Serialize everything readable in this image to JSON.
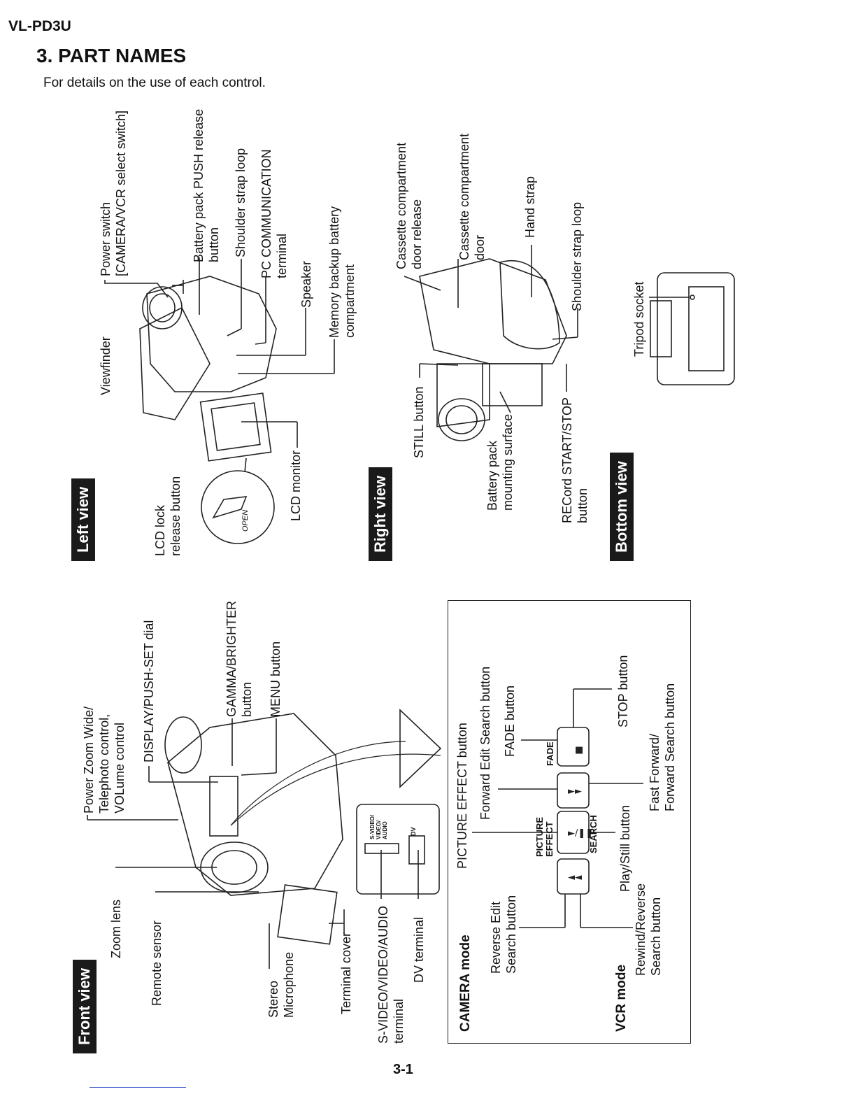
{
  "header": {
    "model": "VL-PD3U",
    "title": "3. PART NAMES",
    "intro": "For details on the use of each control."
  },
  "views": {
    "left": "Left view",
    "right": "Right view",
    "bottom": "Bottom view",
    "front": "Front view"
  },
  "left_view_labels": {
    "viewfinder": "Viewfinder",
    "power_switch": "Power switch\n[CAMERA/VCR select switch]",
    "battery_release": "Battery pack PUSH release\nbutton",
    "shoulder_loop": "Shoulder strap loop",
    "pc_terminal": "PC COMMUNICATION\nterminal",
    "speaker": "Speaker",
    "memory_backup": "Memory backup battery\ncompartment",
    "lcd_lock": "LCD lock\nrelease button",
    "lcd_monitor": "LCD monitor",
    "open_mark": "OPEN"
  },
  "right_view_labels": {
    "cassette_release": "Cassette compartment\ndoor release",
    "cassette_door": "Cassette compartment\ndoor",
    "hand_strap": "Hand strap",
    "shoulder_loop": "Shoulder strap loop",
    "still_button": "STILL button",
    "battery_surface": "Battery pack\nmounting surface",
    "record_button": "RECord START/STOP\nbutton"
  },
  "bottom_view_labels": {
    "tripod": "Tripod socket"
  },
  "front_view_labels": {
    "zoom_lens": "Zoom lens",
    "remote_sensor": "Remote sensor",
    "power_zoom": "Power Zoom Wide/\nTelephoto control,\nVOLume control",
    "display_dial": "DISPLAY/PUSH-SET dial",
    "gamma": "GAMMA/BRIGHTER\nbutton",
    "menu": "MENU button",
    "stereo_mic": "Stereo\nMicrophone",
    "terminal_cover": "Terminal cover",
    "svideo": "S-VIDEO/VIDEO/AUDIO\nterminal",
    "dv_terminal": "DV terminal",
    "jack_svideo": "S-VIDEO/\nVIDEO/\nAUDIO",
    "jack_dv": "DV"
  },
  "modes": {
    "camera_mode": "CAMERA mode",
    "vcr_mode": "VCR mode",
    "picture_effect": "PICTURE EFFECT button",
    "forward_edit": "Forward Edit Search button",
    "fade": "FADE button",
    "reverse_edit": "Reverse Edit\nSearch button",
    "stop": "STOP button",
    "play_still": "Play/Still button",
    "fast_forward": "Fast Forward/\nForward Search button",
    "rewind": "Rewind/Reverse\nSearch button",
    "btn_picture_effect": "PICTURE\nEFFECT",
    "btn_search": "SEARCH",
    "btn_fade": "FADE"
  }
}
